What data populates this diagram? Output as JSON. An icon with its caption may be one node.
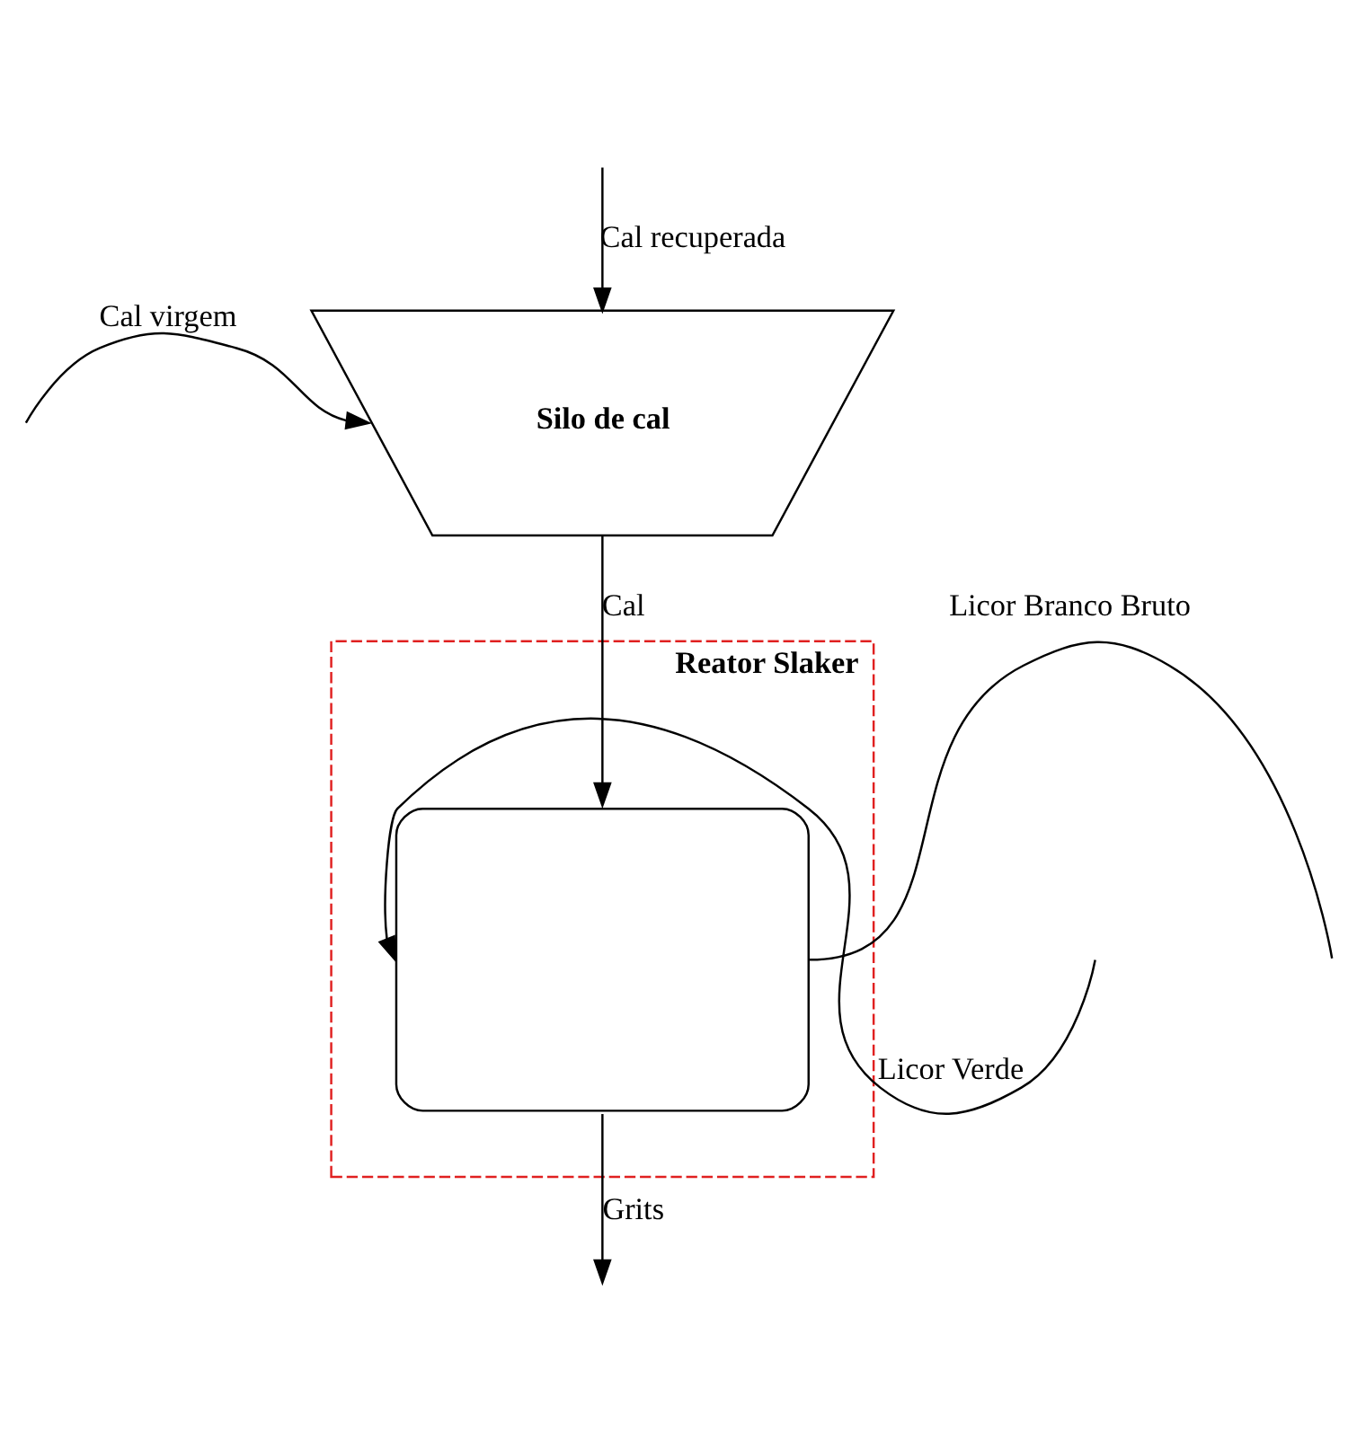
{
  "diagram": {
    "nodes": [
      {
        "text": [
          "Silo de cal"
        ]
      },
      {
        "text": [
          "Reator Slaker"
        ]
      },
      {
        "text": [],
        "shape": "box",
        "in": 1
      }
    ],
    "edges": [
      {
        "from": null,
        "to": 0,
        "arrow": "to",
        "label": "Cal virgem"
      },
      {
        "from": null,
        "to": 0,
        "arrow": "to",
        "label": "Cal recuperada"
      },
      {
        "from": 0,
        "to": 2,
        "arrow": "to",
        "label": "Cal"
      },
      {
        "from": null,
        "to": 2,
        "arrow": "to",
        "label": "Licor Verde"
      },
      {
        "from": 2,
        "to": null,
        "arrow": "none",
        "label": "Licor Branco Bruto"
      },
      {
        "from": 2,
        "to": null,
        "arrow": "to",
        "label": "Grits"
      }
    ]
  }
}
